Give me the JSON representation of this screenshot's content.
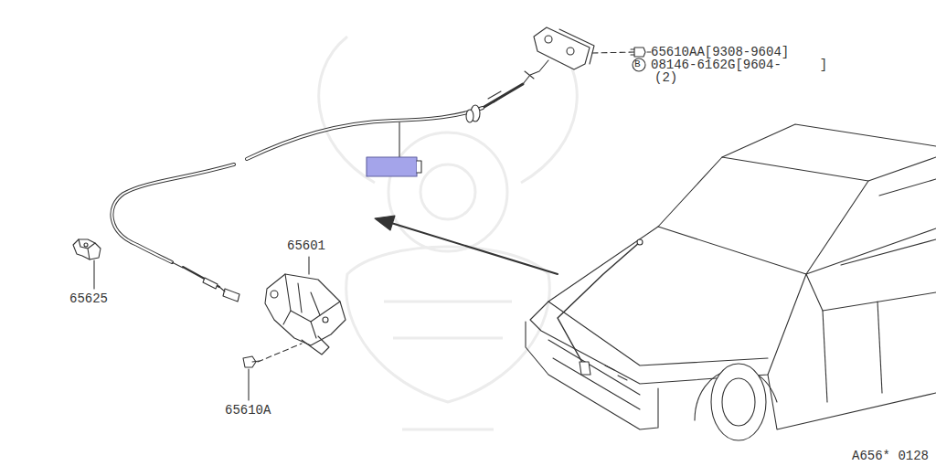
{
  "diagram": {
    "labels": [
      "65610AA[9308-9604]",
      "B",
      "08146-6162G[9604-     ]",
      "(2)",
      "65601",
      "65625",
      "65610A",
      "A656* 0128"
    ]
  }
}
